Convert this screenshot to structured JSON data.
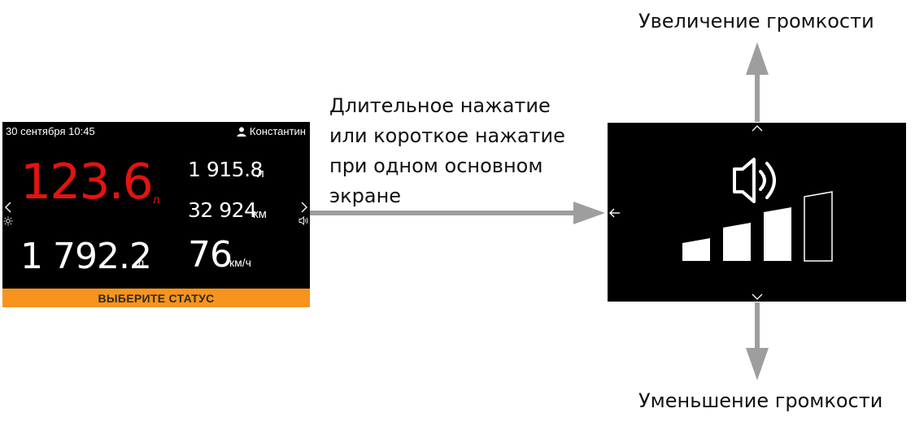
{
  "main_screen": {
    "datetime": "30 сентября 10:45",
    "user": "Константин",
    "fuel_now": {
      "value": "123.6",
      "unit": "л"
    },
    "fuel_total": {
      "value": "1 915.8",
      "unit": "л"
    },
    "distance": {
      "value": "32 924",
      "unit": "км"
    },
    "fuel_second": {
      "value": "1 792.2",
      "unit": "л"
    },
    "speed": {
      "value": "76",
      "unit": "км/ч"
    },
    "status_button": "ВЫБЕРИТЕ СТАТУС",
    "colors": {
      "accent": "#f7941d",
      "fuel_highlight": "#e3140f",
      "background": "#000000"
    },
    "icons": [
      "user-icon",
      "chevron-left-icon",
      "chevron-right-icon",
      "brightness-icon",
      "volume-small-icon"
    ]
  },
  "caption": {
    "lines": [
      "Длительное нажатие",
      "или короткое нажатие",
      "при одном основном",
      "экране"
    ]
  },
  "volume_screen": {
    "level_filled": 3,
    "level_total": 4,
    "icons": [
      "speaker-icon",
      "chevron-up-icon",
      "chevron-down-icon",
      "back-arrow-icon"
    ]
  },
  "labels": {
    "volume_up": "Увеличение громкости",
    "volume_down": "Уменьшение громкости"
  },
  "colors": {
    "arrow": "#9e9e9e"
  }
}
